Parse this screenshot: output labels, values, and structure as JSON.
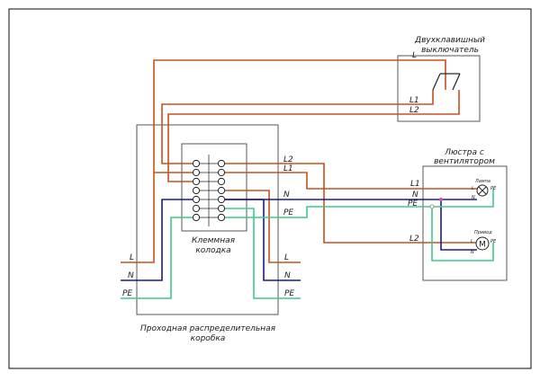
{
  "colors": {
    "phase": "#c8501e",
    "neutral": "#1a1a8c",
    "earth": "#3ec98a",
    "frame": "#555555",
    "terminal": "#222222"
  },
  "switch": {
    "title_line1": "Двухклавишный",
    "title_line2": "выключатель",
    "in_label": "L",
    "out1_label": "L1",
    "out2_label": "L2"
  },
  "chandelier": {
    "title_line1": "Люстра с",
    "title_line2": "вентилятором",
    "label_L1": "L1",
    "label_N": "N",
    "label_PE": "PE",
    "label_L2": "L2",
    "lamp": {
      "caption": "Лампа",
      "pin_L": "L",
      "pin_N": "N",
      "pin_PE": "PE"
    },
    "motor": {
      "caption": "Привод",
      "symbol": "M",
      "pin_L": "L",
      "pin_N": "N",
      "pin_PE": "PE"
    }
  },
  "junction_box": {
    "caption_line1": "Проходная распределительная",
    "caption_line2": "коробка",
    "terminal_block_line1": "Клеммная",
    "terminal_block_line2": "колодка",
    "inner_labels": {
      "l2": "L2",
      "l1": "L1",
      "n": "N",
      "pe": "PE"
    },
    "left_labels": {
      "l": "L",
      "n": "N",
      "pe": "PE"
    },
    "right_labels": {
      "l": "L",
      "n": "N",
      "pe": "PE"
    }
  }
}
